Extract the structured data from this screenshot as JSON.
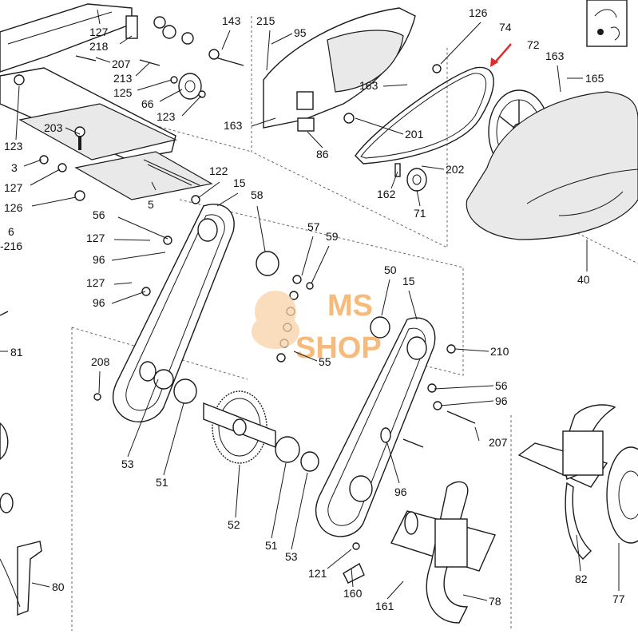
{
  "labels": [
    "127",
    "218",
    "207",
    "213",
    "125",
    "66",
    "123",
    "143",
    "215",
    "95",
    "126",
    "74",
    "72",
    "163",
    "165",
    "163",
    "163",
    "201",
    "86",
    "202",
    "162",
    "71",
    "40",
    "123",
    "203",
    "3",
    "127",
    "126",
    "6",
    "-216",
    "122",
    "15",
    "58",
    "5",
    "56",
    "127",
    "96",
    "127",
    "96",
    "57",
    "59",
    "50",
    "15",
    "81",
    "210",
    "55",
    "208",
    "56",
    "96",
    "207",
    "53",
    "51",
    "52",
    "51",
    "53",
    "96",
    "121",
    "160",
    "161",
    "78",
    "82",
    "77",
    "80"
  ],
  "watermark": {
    "line1": "MS",
    "line2": "SHOP",
    "color": "#f39a3b"
  },
  "highlight_arrow_color": "#e32b2b"
}
